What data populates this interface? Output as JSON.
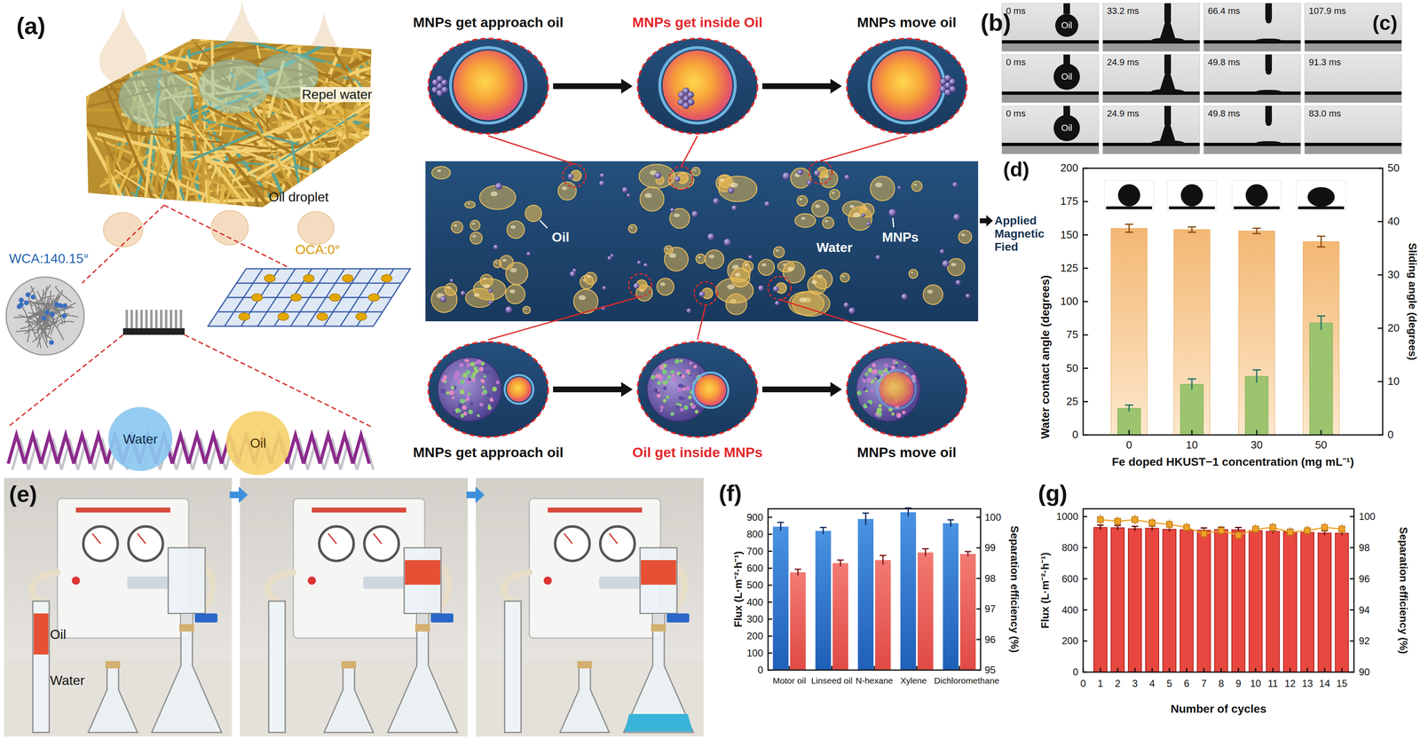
{
  "diagram": {
    "nodes": [
      {
        "text": [
          "Water"
        ]
      },
      {
        "text": [
          "Oil"
        ]
      },
      {
        "text": [
          "MNPs get approach oil"
        ]
      },
      {
        "text": [
          "MNPs get inside Oil"
        ]
      },
      {
        "text": [
          "MNPs move oil"
        ]
      },
      {
        "text": [
          "MNPs get approach oil"
        ]
      },
      {
        "text": [
          "Oil get inside MNPs"
        ]
      },
      {
        "text": [
          "MNPs move oil"
        ]
      }
    ],
    "edges": [
      {
        "from": 2,
        "to": 3,
        "arrow": "to"
      },
      {
        "from": 3,
        "to": 4,
        "arrow": "to"
      },
      {
        "from": 5,
        "to": 6,
        "arrow": "to"
      },
      {
        "from": 6,
        "to": 7,
        "arrow": "to"
      }
    ],
    "labels": [
      "(a)",
      "Repel water",
      "Oil droplet",
      "WCA:140.15°",
      "OCA:0°",
      "(b)",
      "Oil",
      "Water",
      "MNPs",
      "Applied Magnetic Fied",
      "(c)",
      "0 ms",
      "33.2 ms",
      "66.4 ms",
      "107.9 ms",
      "Oil",
      "0 ms",
      "24.9 ms",
      "49.8 ms",
      "91.3 ms",
      "Oil",
      "0 ms",
      "24.9 ms",
      "49.8 ms",
      "83.0 ms",
      "Oil",
      "(d)",
      "0",
      "25",
      "50",
      "75",
      "100",
      "125",
      "150",
      "175",
      "200",
      "0",
      "10",
      "20",
      "30",
      "40",
      "50",
      "0",
      "10",
      "30",
      "50",
      "Water contact angle (degrees)",
      "Sliding angle (degrees)",
      "Fe doped HKUST−1 concentration (mg mL⁻¹)",
      "(e)",
      "Oil",
      "Water",
      "(f)",
      "0",
      "100",
      "200",
      "300",
      "400",
      "500",
      "600",
      "700",
      "800",
      "900",
      "95",
      "96",
      "97",
      "98",
      "99",
      "100",
      "Motor oil",
      "Linseed oil",
      "N-hexane",
      "Xylene",
      "Dichloromethane",
      "Flux (L·m⁻²·h⁻¹)",
      "Separation efficiency (%)",
      "(g)",
      "0",
      "200",
      "400",
      "600",
      "800",
      "1000",
      "90",
      "92",
      "94",
      "96",
      "98",
      "100",
      "0",
      "1",
      "2",
      "3",
      "4",
      "5",
      "6",
      "7",
      "8",
      "9",
      "10",
      "11",
      "12",
      "13",
      "14",
      "15",
      "Number of cycles",
      "Flux (L·m⁻²·h⁻¹)",
      "Separation efficiency (%)"
    ]
  }
}
